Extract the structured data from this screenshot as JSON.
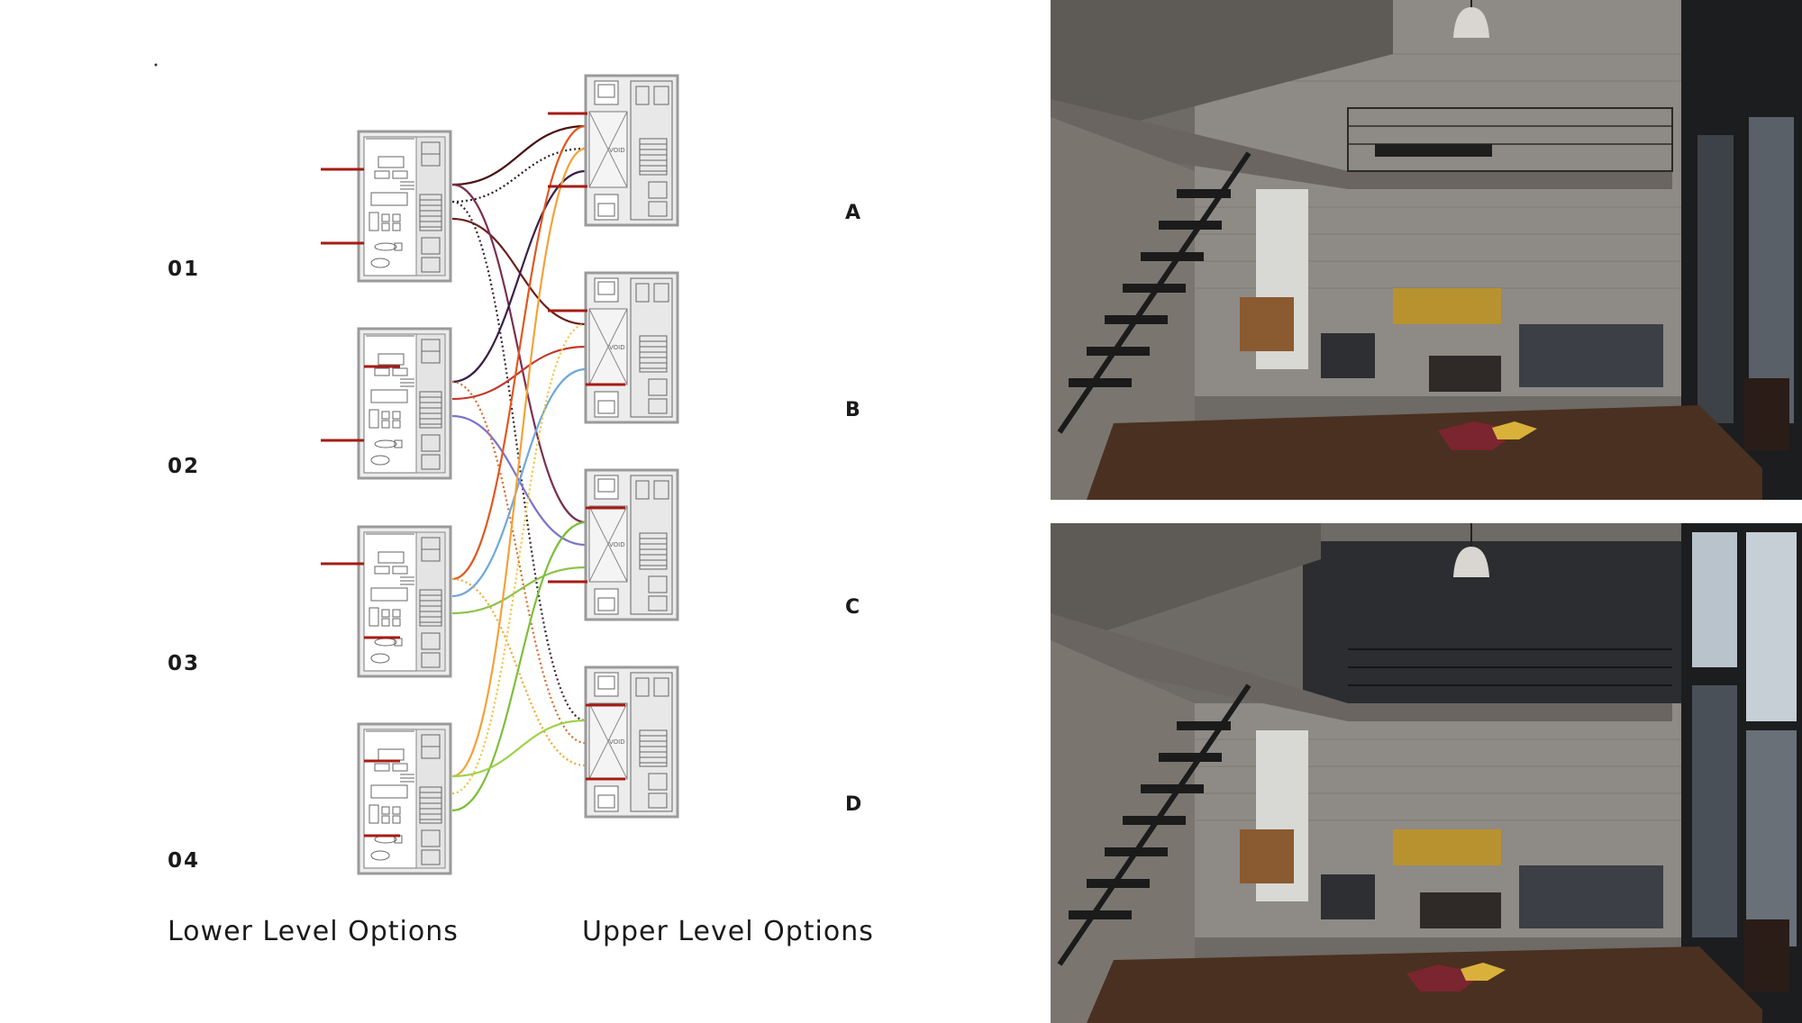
{
  "labels": {
    "lower": [
      "01",
      "02",
      "03",
      "04"
    ],
    "upper": [
      "A",
      "B",
      "C",
      "D"
    ]
  },
  "captions": {
    "lower": "Lower Level Options",
    "upper": "Upper Level Options"
  },
  "plan_text": {
    "void": "VOID"
  },
  "colors": {
    "plan_fill": "#ececec",
    "plan_stroke": "#9a9a9a",
    "plan_line": "#555555",
    "accent_red": "#a61b14",
    "concrete": "#8e8a85",
    "steel": "#1c1d1f",
    "wood": "#4a3020",
    "sofa": "#3c3f45",
    "couch_yellow": "#b8922f",
    "tray_red": "#7a2530",
    "tray_yellow": "#d9b13a"
  },
  "connections": [
    {
      "from": "01",
      "to": "A",
      "color": "#4a1410",
      "style": "solid"
    },
    {
      "from": "01",
      "to": "A",
      "color": "#2a1e22",
      "style": "dotted"
    },
    {
      "from": "01",
      "to": "B",
      "color": "#6b1e1a",
      "style": "solid"
    },
    {
      "from": "01",
      "to": "C",
      "color": "#7a3050",
      "style": "solid"
    },
    {
      "from": "01",
      "to": "D",
      "color": "#3a2535",
      "style": "dotted"
    },
    {
      "from": "02",
      "to": "A",
      "color": "#3a2048",
      "style": "solid"
    },
    {
      "from": "02",
      "to": "B",
      "color": "#c0392b",
      "style": "solid"
    },
    {
      "from": "02",
      "to": "C",
      "color": "#7b73c9",
      "style": "solid"
    },
    {
      "from": "02",
      "to": "D",
      "color": "#d96a2a",
      "style": "dotted"
    },
    {
      "from": "03",
      "to": "A",
      "color": "#e0581f",
      "style": "solid"
    },
    {
      "from": "03",
      "to": "B",
      "color": "#6fa8dc",
      "style": "solid"
    },
    {
      "from": "03",
      "to": "C",
      "color": "#8bc34a",
      "style": "solid"
    },
    {
      "from": "03",
      "to": "D",
      "color": "#f0a830",
      "style": "dotted"
    },
    {
      "from": "04",
      "to": "A",
      "color": "#f2a23a",
      "style": "solid"
    },
    {
      "from": "04",
      "to": "B",
      "color": "#f2c23a",
      "style": "dotted"
    },
    {
      "from": "04",
      "to": "C",
      "color": "#7cbf3a",
      "style": "solid"
    },
    {
      "from": "04",
      "to": "D",
      "color": "#9ed04a",
      "style": "solid"
    }
  ]
}
